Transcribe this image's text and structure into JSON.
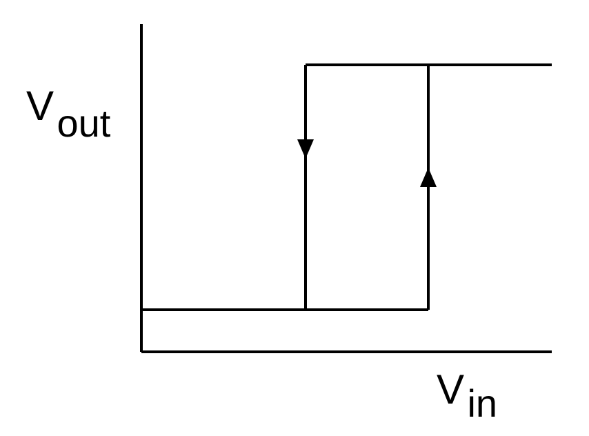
{
  "labels": {
    "y_main": "V",
    "y_sub": "out",
    "x_main": "V",
    "x_sub": "in"
  },
  "colors": {
    "line": "#000000",
    "background": "#ffffff"
  }
}
